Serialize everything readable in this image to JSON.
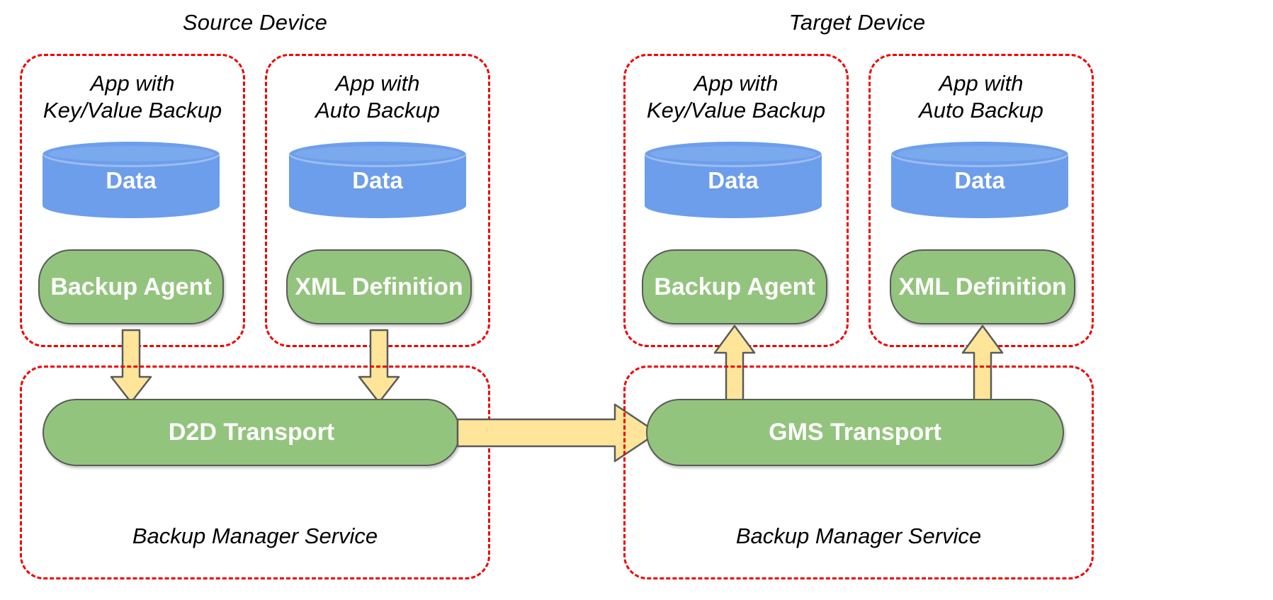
{
  "diagram": {
    "title_source": "Source Device",
    "title_target": "Target Device",
    "colors": {
      "dashed_border": "#ee0000",
      "cylinder_fill": "#6d9eeb",
      "pill_fill": "#93c47d",
      "pill_stroke": "#5a5a5a",
      "arrow_fill": "#ffe599",
      "arrow_stroke": "#5a5a5a",
      "text_dark": "#000000",
      "text_light": "#ffffff",
      "background": "#ffffff"
    },
    "devices": [
      {
        "name": "Source Device",
        "apps": [
          {
            "label": "App with\nKey/Value Backup",
            "data_label": "Data",
            "component_label": "Backup Agent",
            "arrow_direction": "down"
          },
          {
            "label": "App with\nAuto Backup",
            "data_label": "Data",
            "component_label": "XML Definition",
            "arrow_direction": "down"
          }
        ],
        "service": {
          "transport_label": "D2D Transport",
          "service_label": "Backup Manager Service"
        }
      },
      {
        "name": "Target Device",
        "apps": [
          {
            "label": "App with\nKey/Value Backup",
            "data_label": "Data",
            "component_label": "Backup Agent",
            "arrow_direction": "up"
          },
          {
            "label": "App with\nAuto Backup",
            "data_label": "Data",
            "component_label": "XML Definition",
            "arrow_direction": "up"
          }
        ],
        "service": {
          "transport_label": "GMS Transport",
          "service_label": "Backup Manager Service"
        }
      }
    ],
    "cross_device_arrow": {
      "direction": "right",
      "from": "D2D Transport",
      "to": "GMS Transport",
      "label": ""
    }
  }
}
